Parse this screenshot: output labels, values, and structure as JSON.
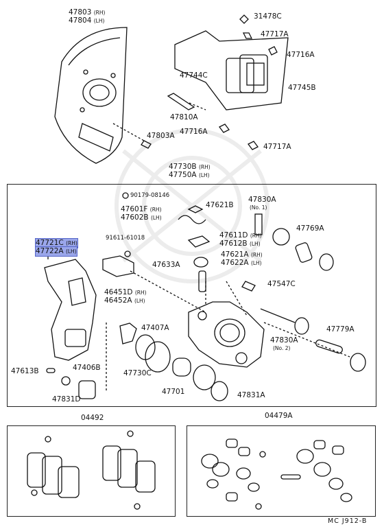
{
  "labels": {
    "p47803": "47803",
    "p47804": "47804",
    "p47803a": "47803A",
    "p31478c": "31478C",
    "p47717a_top": "47717A",
    "p47716a_top": "47716A",
    "p47744c": "47744C",
    "p47745b": "47745B",
    "p47810a": "47810A",
    "p47716a_mid": "47716A",
    "p47717a_mid": "47717A",
    "p47730b": "47730B",
    "p47750a": "47750A",
    "p90179": "90179-08146",
    "p47621b": "47621B",
    "p47601f": "47601F",
    "p47602b": "47602B",
    "p47830a_top": "47830A",
    "p47830a_top_sub": "(No. 1)",
    "p47721c": "47721C",
    "p47722a": "47722A",
    "p91611": "91611-61018",
    "p47611d": "47611D",
    "p47612b": "47612B",
    "p47769a": "47769A",
    "p47633a": "47633A",
    "p47621a": "47621A",
    "p47622a": "47622A",
    "p46451d": "46451D",
    "p46452a": "46452A",
    "p47547c": "47547C",
    "p47407a": "47407A",
    "p47830a_bot": "47830A",
    "p47830a_bot_sub": "(No. 2)",
    "p47779a": "47779A",
    "p47613b": "47613B",
    "p47406b": "47406B",
    "p47730c": "47730C",
    "p47701": "47701",
    "p47831d": "47831D",
    "p47831a": "47831A",
    "p04492": "04492",
    "p04479a": "04479A"
  },
  "sides": {
    "rh": "(RH)",
    "lh": "(LH)"
  },
  "corner_code": "MC  J912-B",
  "highlighted_part": "47722A",
  "colors": {
    "highlight": "#9aa6ea",
    "ink": "#111111",
    "watermark": "#ececec"
  }
}
